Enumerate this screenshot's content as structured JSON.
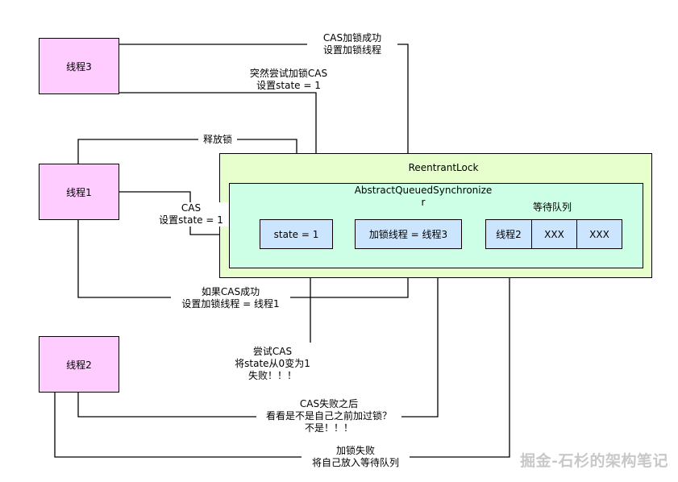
{
  "threads": {
    "t3": "线程3",
    "t1": "线程1",
    "t2": "线程2"
  },
  "reentrant_lock": {
    "title": "ReentrantLock",
    "aqs_title": "AbstractQueuedSynchronize\nr",
    "state": "state = 1",
    "owner": "加锁线程 = 线程3",
    "queue_title": "等待队列",
    "queue_cells": [
      "线程2",
      "XXX",
      "XXX"
    ]
  },
  "edge_labels": {
    "t3_cas_success": "CAS加锁成功\n设置加锁线程",
    "t3_try_cas": "突然尝试加锁CAS\n设置state = 1",
    "t1_release": "释放锁",
    "t1_cas": "CAS\n设置state = 1",
    "t1_if_success": "如果CAS成功\n设置加锁线程 = 线程1",
    "t2_try_cas": "尝试CAS\n将state从0变为1\n失败！！！",
    "t2_check_owner": "CAS失败之后\n看看是不是自己之前加过锁？\n不是！！！",
    "t2_enqueue": "加锁失败\n将自己放入等待队列"
  },
  "watermark": "掘金-石杉的架构笔记",
  "colors": {
    "thread_fill": "#ffccff",
    "lock_fill": "#e6ffcc",
    "aqs_fill": "#ccffe6",
    "cell_fill": "#cce5ff",
    "stroke": "#000000"
  }
}
